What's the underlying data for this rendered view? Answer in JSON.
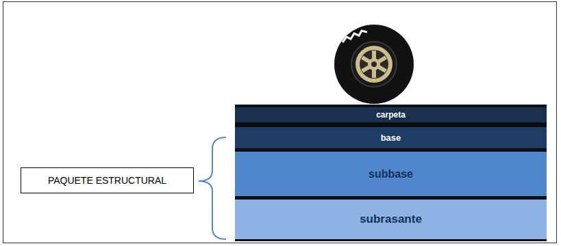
{
  "diagram": {
    "nodes": [
      {
        "text": [
          "carpeta"
        ]
      },
      {
        "text": [
          "base"
        ]
      },
      {
        "text": [
          "subbase"
        ]
      },
      {
        "text": [
          "subrasante"
        ]
      },
      {
        "text": [
          "PAQUETE ESTRUCTURAL"
        ]
      }
    ]
  }
}
